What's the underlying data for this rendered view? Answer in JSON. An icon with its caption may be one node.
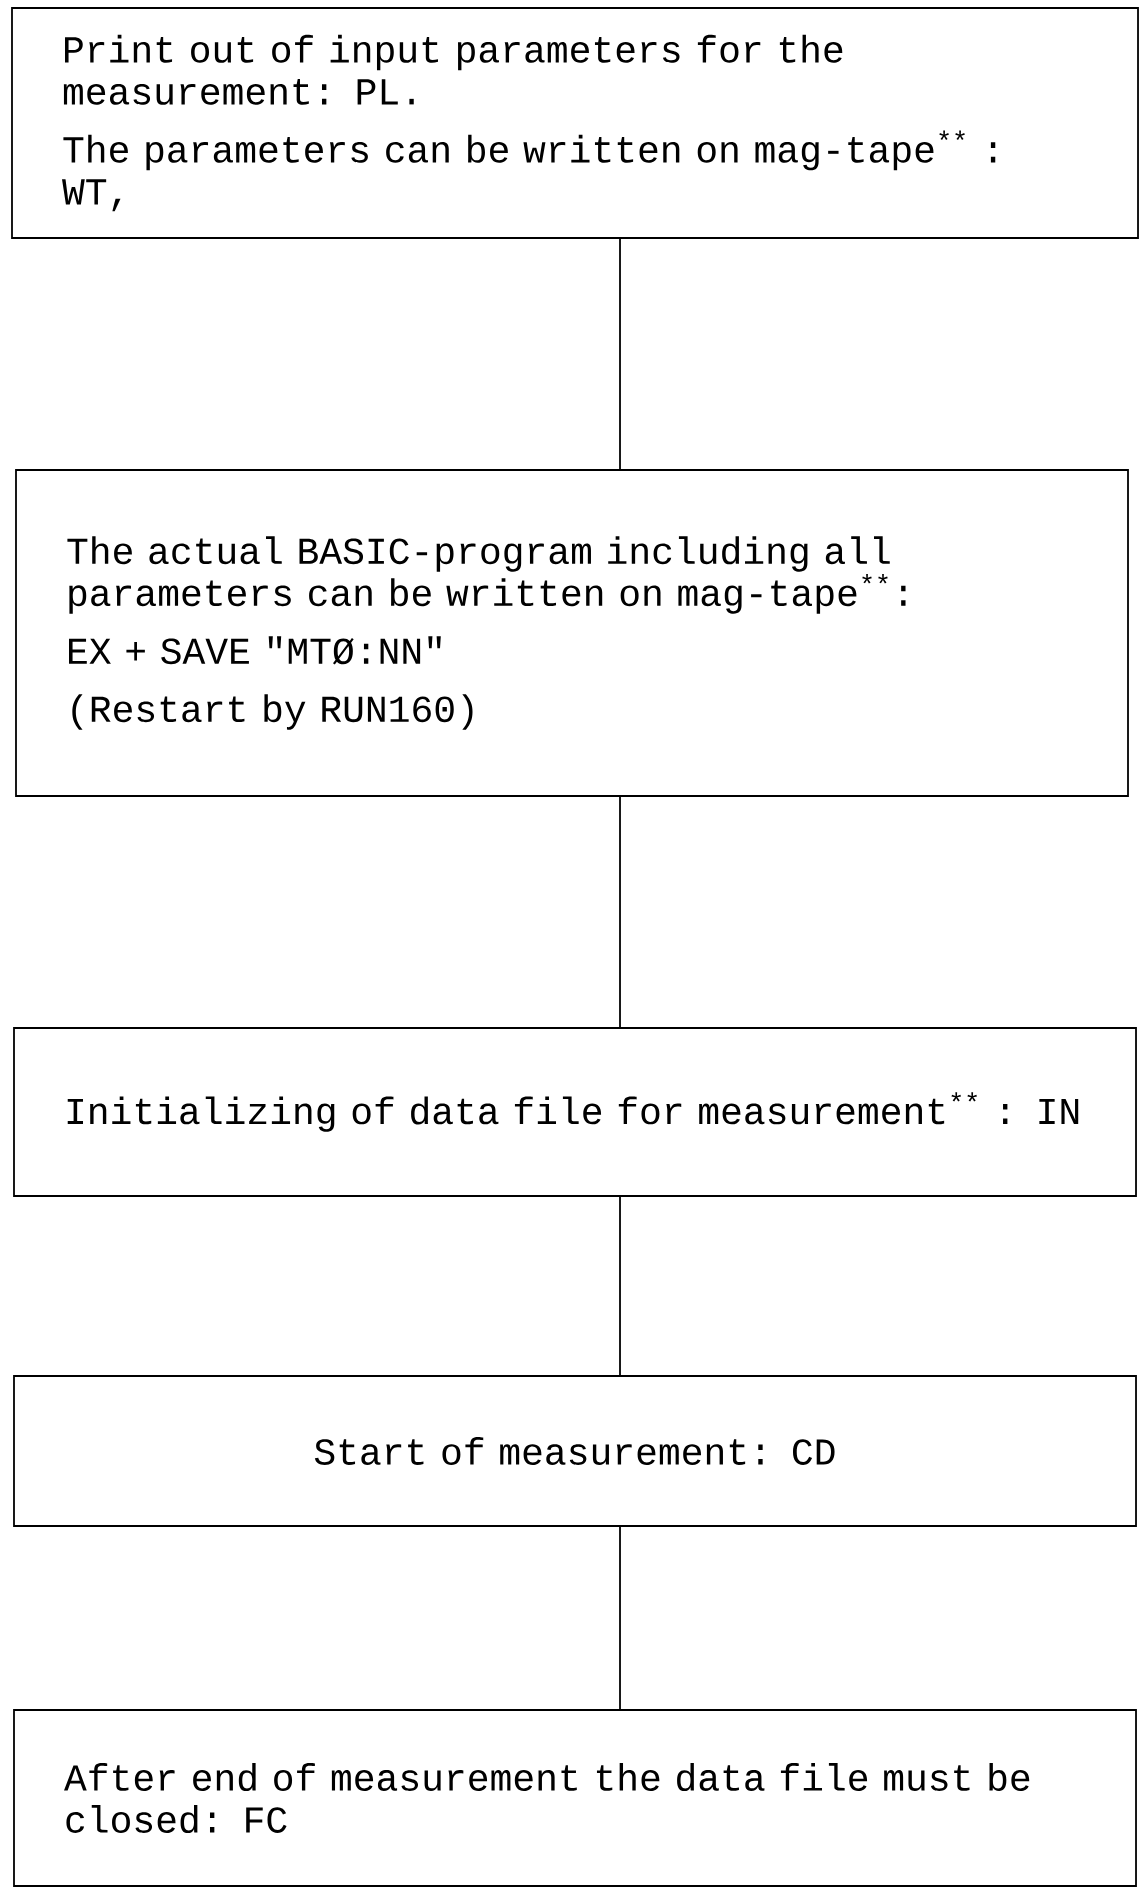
{
  "diagram": {
    "nodes": [
      {
        "text": [
          "Print out of input parameters for the measurement: PL.",
          "The parameters can be written on mag-tape$^{**}$ : WT,"
        ]
      },
      {
        "text": [
          "The actual BASIC-program including all parameters can be written on mag-tape$^{**}$:",
          "EX + SAVE \"MTØ:NN\"",
          "(Restart by RUN160)"
        ]
      },
      {
        "text": [
          "Initializing of data file for measurement$^{**}$ : IN"
        ]
      },
      {
        "text": [
          "Start of measurement: CD"
        ]
      },
      {
        "text": [
          "After end of measurement the data file must be closed: FC"
        ]
      }
    ],
    "edges": [
      {
        "from": 0,
        "to": 1,
        "arrow": "none"
      },
      {
        "from": 1,
        "to": 2,
        "arrow": "none"
      },
      {
        "from": 2,
        "to": 3,
        "arrow": "none"
      },
      {
        "from": 3,
        "to": 4,
        "arrow": "none"
      }
    ]
  }
}
